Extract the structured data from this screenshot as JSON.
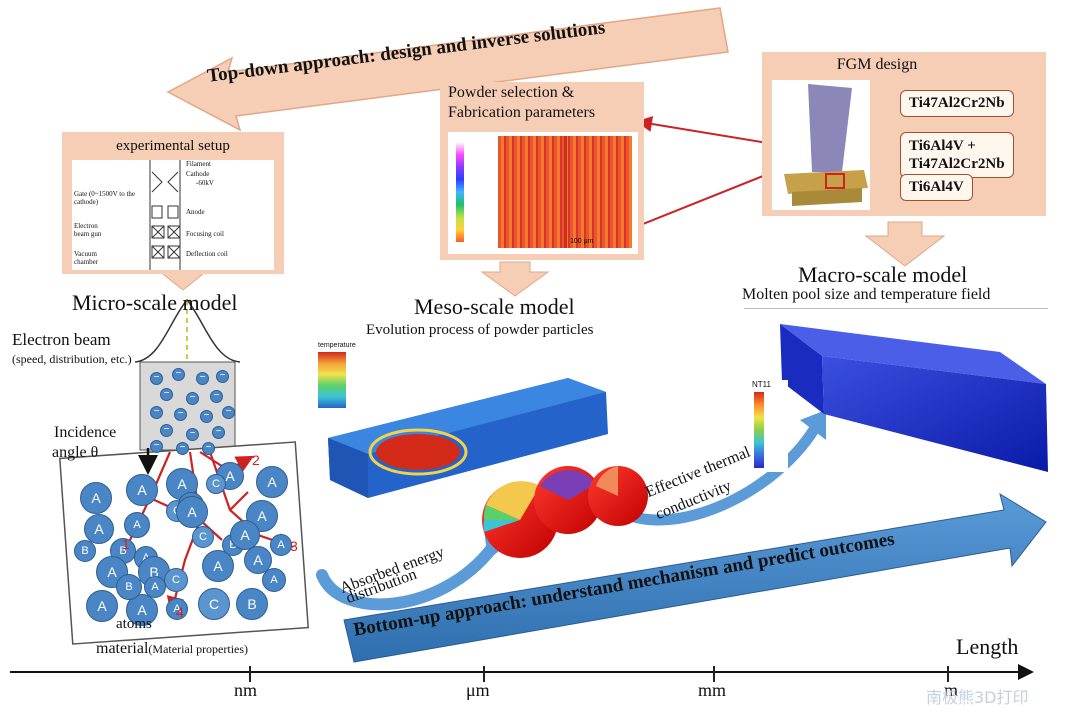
{
  "top_arrow": {
    "label": "Top-down approach: design and inverse solutions"
  },
  "bottom_arrow": {
    "label": "Bottom-up approach: understand mechanism and predict outcomes"
  },
  "micro": {
    "panel_title": "experimental setup",
    "model_title": "Micro-scale model",
    "setup_labels": {
      "filament": "Filament",
      "cathode": "Cathode",
      "voltage": "-60kV",
      "gate": "Gate (0~1500V to the cathode)",
      "anode": "Anode",
      "electron_gun": "Electron beam gun",
      "focusing_coil": "Focusing coil",
      "vacuum": "Vacuum chamber",
      "deflection_coil": "Deflection coil"
    },
    "beam_label": "Electron beam",
    "beam_sub": "(speed, distribution, etc.)",
    "incidence_line1": "Incidence",
    "incidence_line2": "angle θ",
    "atoms_label": "atoms",
    "material_label": "material",
    "material_sub": "(Material properties)",
    "electron_symbol": "−",
    "path_numbers": [
      "1",
      "2",
      "3",
      "4"
    ],
    "atom_grid": [
      "A",
      "A",
      "A",
      "A",
      "A",
      "A",
      "A",
      "C",
      "B",
      "C",
      "A",
      "A",
      "B",
      "A",
      "C",
      "B",
      "A",
      "B",
      "C",
      "A",
      "A",
      "B",
      "A",
      "C",
      "B",
      "A",
      "A",
      "A",
      "B",
      "A",
      "A",
      "A"
    ]
  },
  "meso": {
    "panel_title_line1": "Powder selection &",
    "panel_title_line2": "Fabrication parameters",
    "model_title": "Meso-scale model",
    "subtitle": "Evolution process of powder particles",
    "scale_bar": "100 μm",
    "sim_legend_title": "temperature"
  },
  "macro": {
    "panel_title": "FGM design",
    "labels": [
      "Ti47Al2Cr2Nb",
      "Ti6Al4V +",
      "Ti47Al2Cr2Nb",
      "Ti6Al4V"
    ],
    "model_title": "Macro-scale model",
    "subtitle": "Molten pool size and temperature field",
    "legend_title": "NT11"
  },
  "flow_labels": {
    "absorbed_line1": "Absorbed energy",
    "absorbed_line2": "distribution",
    "thermal_line1": "Effective thermal",
    "thermal_line2": "conductivity"
  },
  "length_axis": {
    "title": "Length",
    "ticks": [
      "nm",
      "μm",
      "mm",
      "m"
    ]
  },
  "watermark": "南极熊3D打印",
  "colors": {
    "peach": "#f6cdb5",
    "arrow_blue": "#4a86c5",
    "red_arrow": "#cc2222"
  }
}
